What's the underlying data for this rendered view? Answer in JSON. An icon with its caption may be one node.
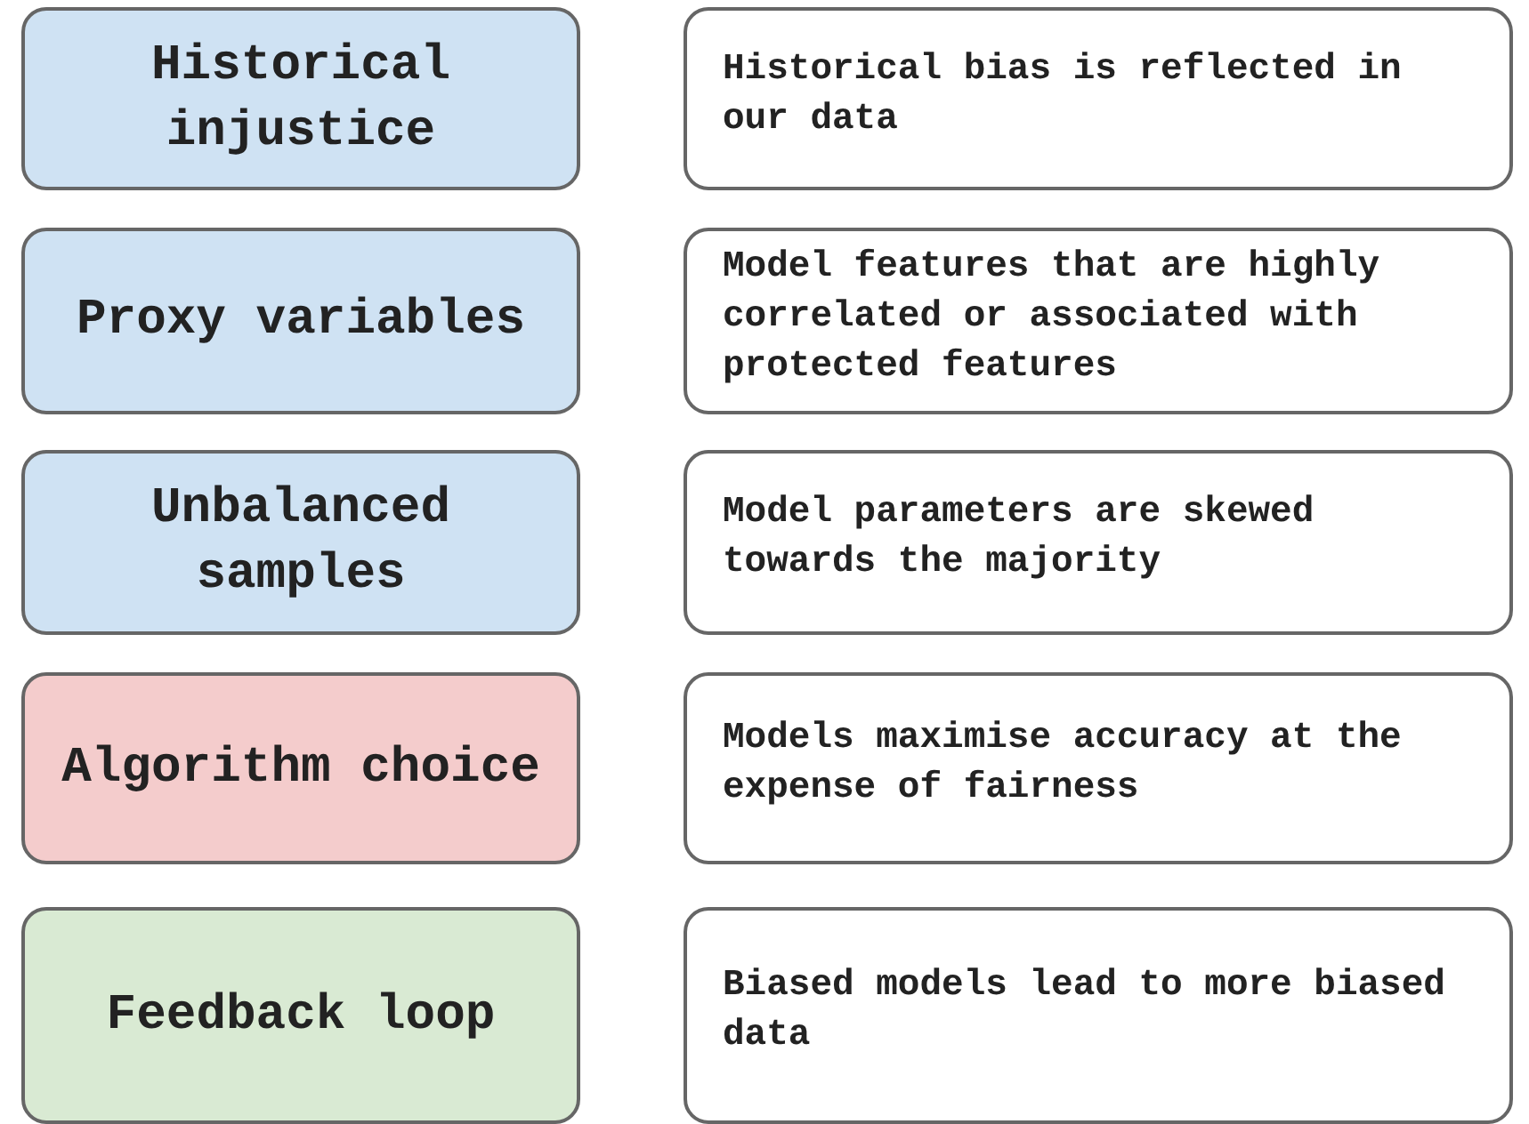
{
  "diagram": {
    "nodes": [
      {
        "text": [
          "Historical injustice"
        ]
      },
      {
        "text": [
          "Historical bias is reflected in our data"
        ]
      },
      {
        "text": [
          "Proxy variables"
        ]
      },
      {
        "text": [
          "Model features that are highly correlated or associated with protected features"
        ]
      },
      {
        "text": [
          "Unbalanced samples"
        ]
      },
      {
        "text": [
          "Model parameters are skewed towards the majority"
        ]
      },
      {
        "text": [
          "Algorithm choice"
        ]
      },
      {
        "text": [
          "Models maximise accuracy at the expense of fairness"
        ]
      },
      {
        "text": [
          "Feedback loop"
        ]
      },
      {
        "text": [
          "Biased models lead to more biased data"
        ]
      }
    ]
  }
}
